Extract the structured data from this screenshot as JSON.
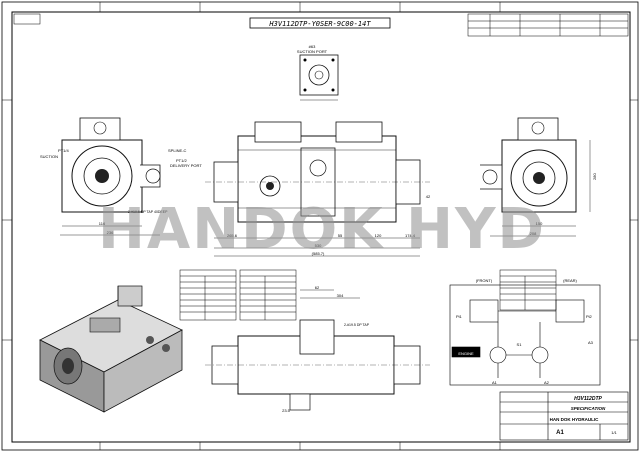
{
  "title_banner": "H3V112DTP-Y0SER-9C00-14T",
  "watermark": "HANDOK HYD",
  "top_callouts": {
    "suction_port": "SUCTION PORT",
    "suction_size": "#63"
  },
  "left_view_labels": {
    "pt_1_4": "PT1/4",
    "suction": "SUCTION",
    "spline": "SPLINE-C",
    "pt_1_2": "PT1/2",
    "delivery": "DELIVERY PORT",
    "mount": "2-#19.5 DP TAP 40DEEP",
    "dim_116": "116",
    "dim_236": "236"
  },
  "front_view_labels": {
    "dim_530": "530",
    "dim_485": "(585.7)",
    "dim_265": "265.6",
    "dim_174": "174.4",
    "dim_55": "55",
    "dim_120": "120",
    "dim_42": "42"
  },
  "right_view_labels": {
    "dim_280": "280",
    "dim_150": "150",
    "dim_208": "208"
  },
  "bottom_view_labels": {
    "mount_tap": "2-#19.5 DP TAP",
    "dim_62": "62",
    "dim_304": "304",
    "dim_23": "23.5"
  },
  "hydraulic_labels": {
    "front": "(FRONT)",
    "rear": "(REAR)",
    "engine": "ENGINE",
    "a1": "A1",
    "a2": "A2",
    "a3": "A3",
    "pi1": "Pi1",
    "pi2": "Pi2",
    "s1": "S1"
  },
  "title_block": {
    "model": "H3V112DTP",
    "doc_type": "SPECIFICATION",
    "company": "HAN DOK HYDRAULIC",
    "size": "A1",
    "sheet": "1/1"
  },
  "colors": {
    "ink": "#000000",
    "watermark": "#8f8f8f",
    "paper": "#ffffff"
  }
}
